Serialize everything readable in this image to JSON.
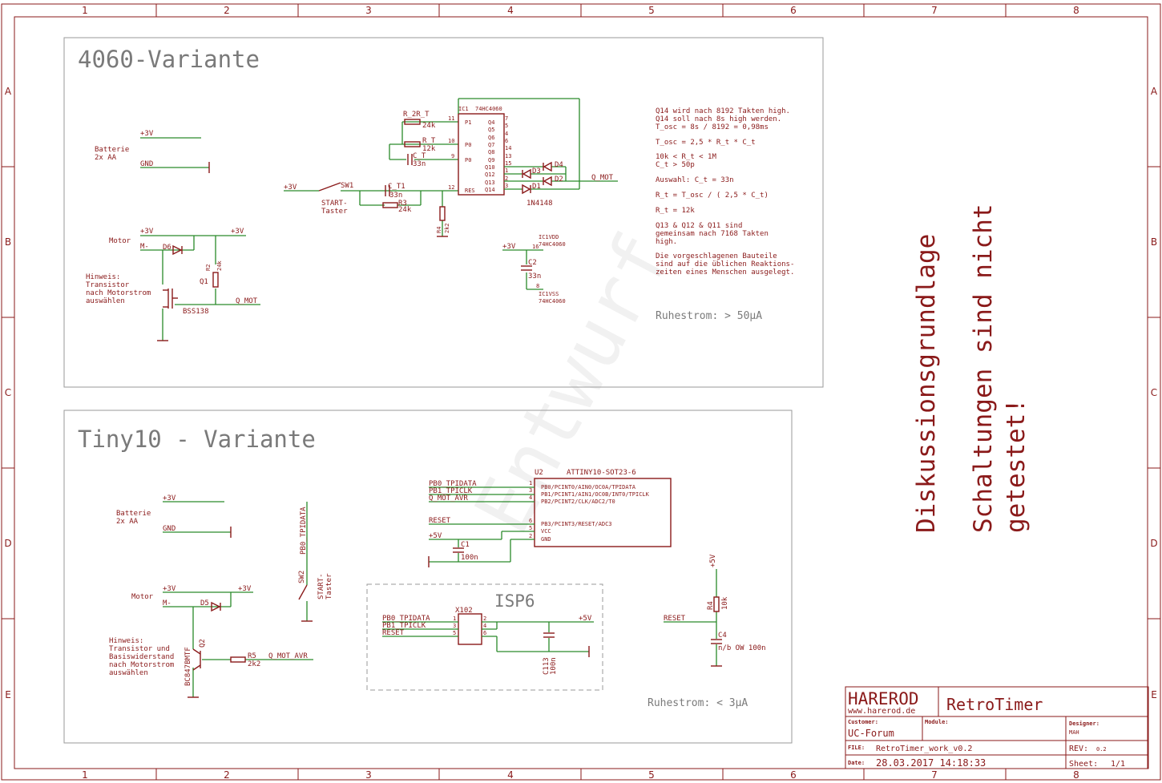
{
  "sheet": {
    "columns": [
      "1",
      "2",
      "3",
      "4",
      "5",
      "6",
      "7",
      "8"
    ],
    "rows": [
      "A",
      "B",
      "C",
      "D",
      "E"
    ],
    "watermark": "Entwurf",
    "side_note": [
      "Diskussionsgrundlage",
      "Schaltungen sind nicht",
      "getestet!"
    ]
  },
  "variant_4060": {
    "title": "4060-Variante",
    "battery": {
      "label1": "Batterie",
      "label2": "2x AA",
      "plus": "+3V",
      "gnd": "GND"
    },
    "motor": {
      "label": "Motor",
      "minus": "M-",
      "plus_left": "+3V",
      "plus_right": "+3V",
      "diode": "D6",
      "res_name": "R2",
      "res_val": "24k",
      "fet_name": "Q1",
      "fet_part": "BSS138",
      "net": "Q_MOT",
      "hint": [
        "Hinweis:",
        "Transistor",
        "nach Motorstrom",
        "auswählen"
      ]
    },
    "start": {
      "supply": "+3V",
      "switch": "SW1",
      "label1": "START-",
      "label2": "Taster"
    },
    "ic": {
      "name": "IC1",
      "part": "74HC4060",
      "pins_left": [
        "P1",
        "P0",
        "P0",
        "RES"
      ],
      "pin_nums_left": [
        "11",
        "10",
        "9",
        "12"
      ],
      "pins_right": [
        "Q4",
        "Q5",
        "Q6",
        "Q7",
        "Q8",
        "Q9",
        "Q10",
        "Q12",
        "Q13",
        "Q14"
      ],
      "pin_nums_right": [
        "7",
        "5",
        "4",
        "6",
        "14",
        "13",
        "15",
        "1",
        "2",
        "3"
      ]
    },
    "parts": {
      "r2r_name": "R_2R_T",
      "r2r_val": "24k",
      "rt_name": "R_T",
      "rt_val": "12k",
      "ct_name": "C_T",
      "ct_val": "33n",
      "ct1_name": "C_T1",
      "ct1_val": "33n",
      "r3_name": "R3",
      "r3_val": "24k",
      "r4_name": "R4",
      "r4_val": "2k2",
      "d1": "D1",
      "d2": "D2",
      "d3": "D3",
      "d4": "D4",
      "diode_part": "1N4148",
      "net_qmot": "Q_MOT"
    },
    "power": {
      "supply": "+3V",
      "pin16": "16",
      "pin8": "8",
      "vdd_label": "IC1VDD",
      "vdd_part": "74HC4060",
      "vss_label": "IC1VSS",
      "vss_part": "74HC4060",
      "cap_name": "C2",
      "cap_val": "33n"
    },
    "notes": [
      "Q14 wird nach 8192 Takten high.",
      "Q14 soll nach 8s high werden.",
      "T_osc = 8s / 8192 = 0,98ms",
      "",
      "T_osc = 2,5 * R_t * C_t",
      "",
      "10k < R_t < 1M",
      "C_t > 50p",
      "",
      "Auswahl: C_t = 33n",
      "",
      "R_t = T_osc / ( 2,5 * C_t)",
      "",
      "R_t = 12k",
      "",
      "Q13 & Q12 & Q11 sind",
      "gemeinsam nach 7168 Takten",
      "high.",
      "",
      "Die vorgeschlagenen Bauteile",
      "sind auf die üblichen Reaktions-",
      "zeiten eines Menschen ausgelegt."
    ],
    "quiescent": "Ruhestrom: > 50μA"
  },
  "variant_tiny10": {
    "title": "Tiny10 - Variante",
    "battery": {
      "label1": "Batterie",
      "label2": "2x AA",
      "plus": "+3V",
      "gnd": "GND"
    },
    "motor": {
      "label": "Motor",
      "minus": "M-",
      "plus_left": "+3V",
      "plus_right": "+3V",
      "diode": "D5",
      "q_name": "Q2",
      "q_part": "BC847BMTF",
      "r_name": "R5",
      "r_val": "2k2",
      "net": "Q_MOT_AVR",
      "hint": [
        "Hinweis:",
        "Transistor und",
        "Basiswiderstand",
        "nach Motorstrom",
        "auswählen"
      ]
    },
    "start": {
      "net": "PB0_TPIDATA",
      "switch": "SW2",
      "label1": "START-",
      "label2": "Taster"
    },
    "mcu": {
      "name": "U2",
      "part": "ATTINY10-SOT23-6",
      "pins": [
        "PB0/PCINT0/AIN0/OC0A/TPIDATA",
        "PB1/PCINT1/AIN1/OC0B/INT0/TPICLK",
        "PB2/PCINT2/CLK/ADC2/T0",
        "PB3/PCINT3/RESET/ADC3",
        "VCC",
        "GND"
      ],
      "pin_nums": [
        "1",
        "3",
        "4",
        "6",
        "5",
        "2"
      ],
      "nets": [
        "PB0_TPIDATA",
        "PB1_TPICLK",
        "Q_MOT_AVR",
        "RESET",
        "+5V"
      ],
      "cap_name": "C1",
      "cap_val": "100n"
    },
    "isp": {
      "title": "ISP6",
      "conn": "X102",
      "nets": [
        "PB0_TPIDATA",
        "PB1_TPICLK",
        "RESET"
      ],
      "pins_left": [
        "1",
        "3",
        "5"
      ],
      "pins_right": [
        "2",
        "4",
        "6"
      ],
      "supply": "+5V",
      "cap_name": "C113",
      "cap_val": "100n"
    },
    "reset": {
      "supply": "+5V",
      "r_name": "R4",
      "r_val": "10k",
      "net": "RESET",
      "cap_name": "C4",
      "cap_note": "n/b OW 100n"
    },
    "quiescent": "Ruhestrom: < 3μA"
  },
  "titleblock": {
    "logo": "HAREROD",
    "url": "www.harerod.de",
    "project": "RetroTimer",
    "customer_label": "Customer:",
    "customer": "UC-Forum",
    "module_label": "Module:",
    "designer_label": "Designer:",
    "designer": "MAH",
    "file_label": "FILE:",
    "file": "RetroTimer_work_v0.2",
    "rev_label": "REV:",
    "rev": "0.2",
    "date_label": "Date:",
    "date": "28.03.2017 14:18:33",
    "sheet_label": "Sheet:",
    "sheet": "1/1"
  }
}
